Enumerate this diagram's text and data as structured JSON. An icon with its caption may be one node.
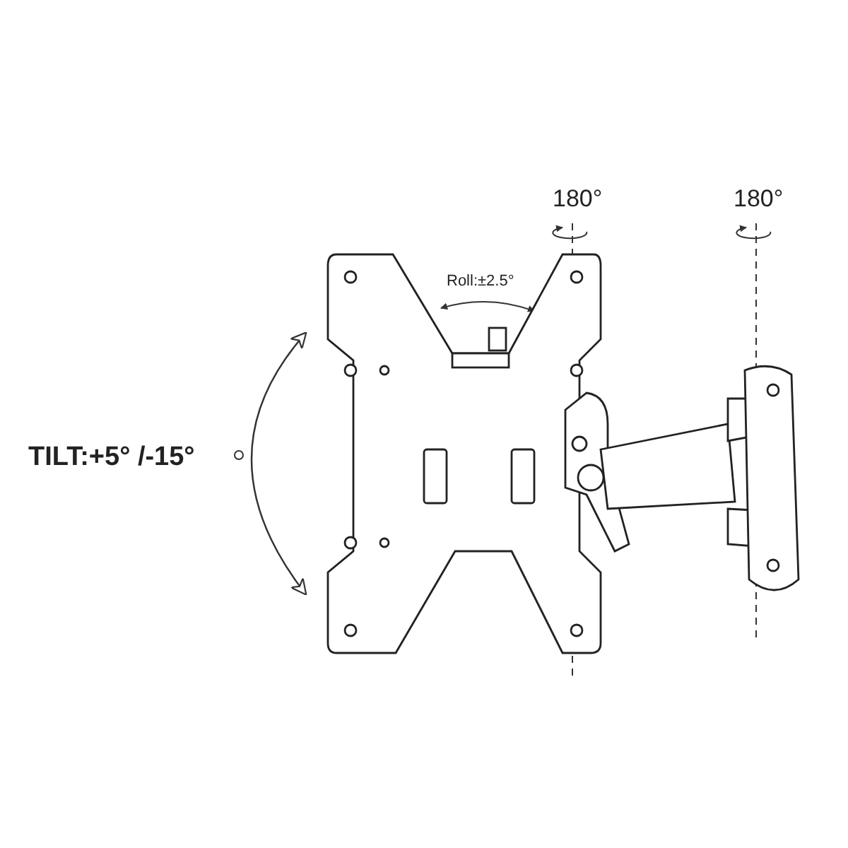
{
  "diagram": {
    "labels": [
      "180°",
      "180°",
      "Roll:±2.5°",
      "TILT:+5° /-15°"
    ]
  }
}
